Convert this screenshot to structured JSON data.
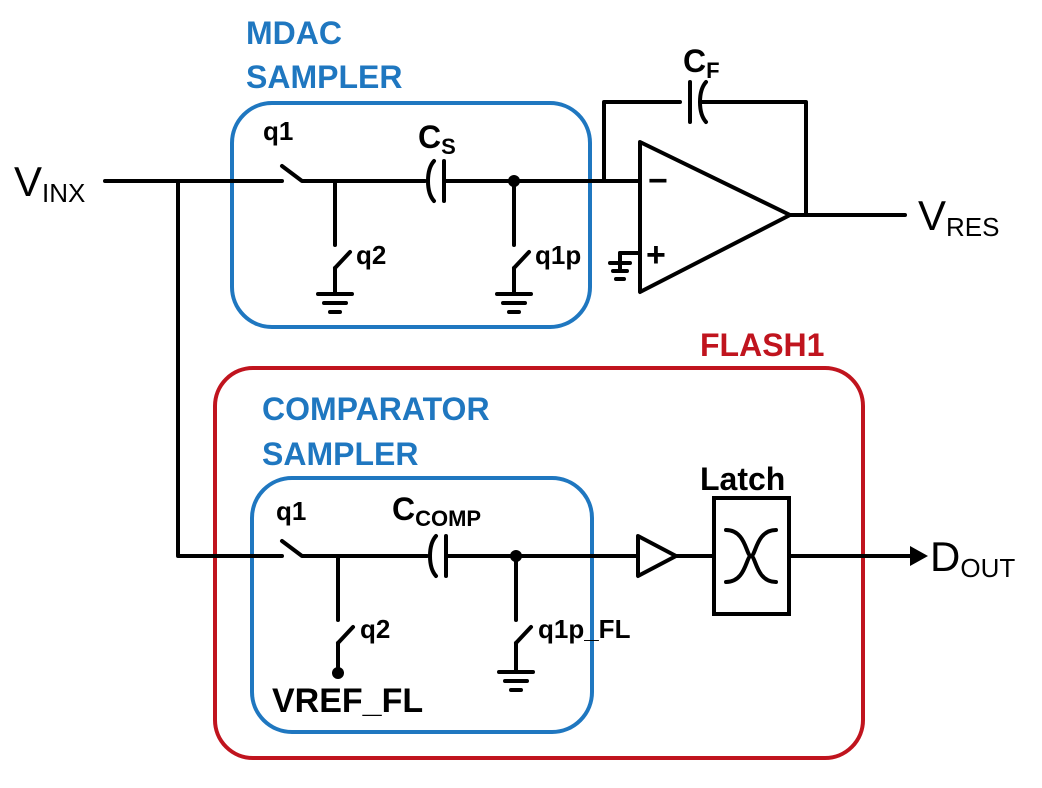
{
  "colors": {
    "sampler_box": "#1f77c0",
    "flash_box": "#c0141e",
    "wire": "#000000"
  },
  "labels": {
    "mdac_title_1": "MDAC",
    "mdac_title_2": "SAMPLER",
    "flash_title": "FLASH1",
    "comp_title_1": "COMPARATOR",
    "comp_title_2": "SAMPLER",
    "vin_main": "V",
    "vin_sub": "INX",
    "vres_main": "V",
    "vres_sub": "RES",
    "dout_main": "D",
    "dout_sub": "OUT",
    "cf_main": "C",
    "cf_sub": "F",
    "cs_main": "C",
    "cs_sub": "S",
    "ccomp_main": "C",
    "ccomp_sub": "COMP",
    "opamp_minus": "−",
    "opamp_plus": "+",
    "sw_q1_mdac": "q1",
    "sw_q2_mdac": "q2",
    "sw_q1p_mdac": "q1p",
    "sw_q1_comp": "q1",
    "sw_q2_comp": "q2",
    "sw_q1p_comp": "q1p_FL",
    "vref": "VREF_FL",
    "latch": "Latch"
  }
}
